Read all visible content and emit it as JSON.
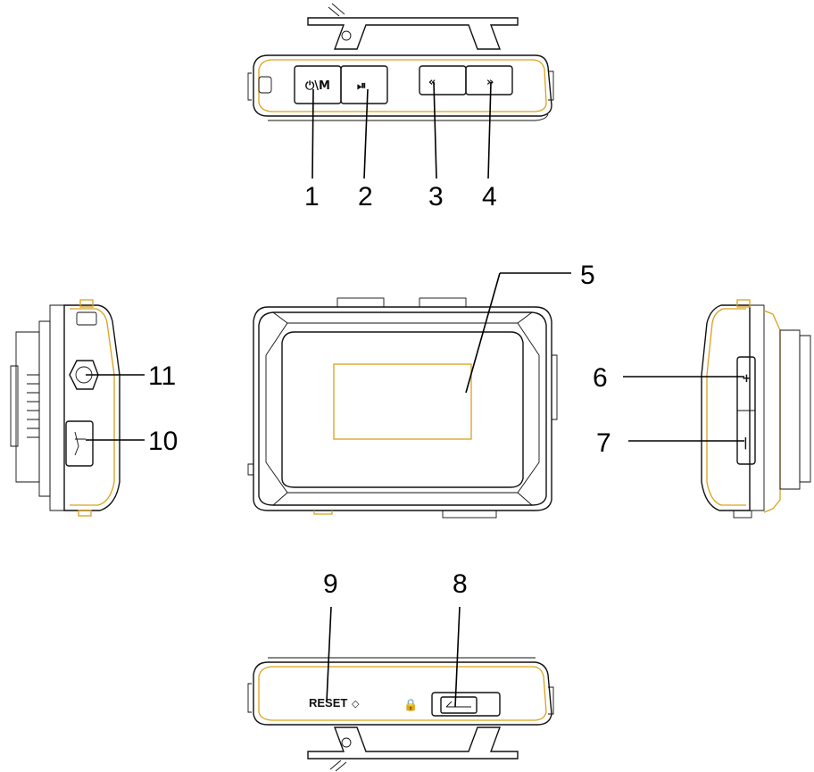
{
  "callouts": {
    "c1": "1",
    "c2": "2",
    "c3": "3",
    "c4": "4",
    "c5": "5",
    "c6": "6",
    "c7": "7",
    "c8": "8",
    "c9": "9",
    "c10": "10",
    "c11": "11"
  },
  "markings": {
    "power_mode_symbol": "⏻\\M",
    "play_pause_symbol": "⏯",
    "prev_symbol": "«",
    "next_symbol": "»",
    "vol_up_symbol": "+",
    "vol_down_symbol": "|",
    "reset_label": "RESET",
    "reset_hole_symbol": "◇",
    "lock_symbol": "🔒"
  },
  "colors": {
    "line": "#111111",
    "accent": "#d9a21b",
    "background": "#ffffff"
  }
}
